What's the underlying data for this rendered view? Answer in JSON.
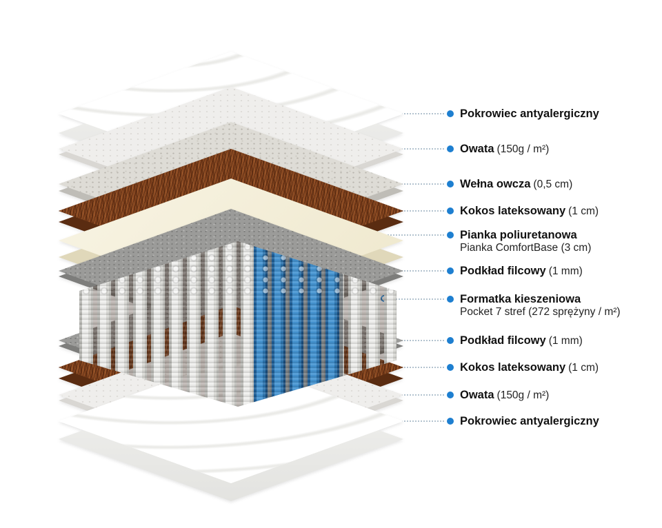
{
  "title": "Mattress layers exploded diagram",
  "colors": {
    "accent_blue": "#1e7fd0",
    "leader_dotted": "#b3c3cf",
    "coconut_brown": "#7c3e1b",
    "foam_cream": "#f5f0dc",
    "felt_gray": "#9b9b99",
    "wool_gray": "#dedcd6",
    "spring_blue": "#2c74ae",
    "cover_white": "#fcfcfb"
  },
  "layers": [
    {
      "name": "top-cover",
      "color": "#fcfcfb"
    },
    {
      "name": "wadding-top",
      "color": "#efeeec"
    },
    {
      "name": "sheep-wool",
      "color": "#dedcd6"
    },
    {
      "name": "coconut-top",
      "color": "#7c3e1b"
    },
    {
      "name": "polyurethane-foam",
      "color": "#f5f0dc"
    },
    {
      "name": "felt-top",
      "color": "#9b9b99"
    },
    {
      "name": "pocket-springs",
      "color": "#d8d8d4",
      "zone_color": "#2c74ae"
    },
    {
      "name": "felt-bottom",
      "color": "#9b9b99"
    },
    {
      "name": "coconut-bottom",
      "color": "#7c3e1b"
    },
    {
      "name": "wadding-bottom",
      "color": "#efeeec"
    },
    {
      "name": "bottom-cover",
      "color": "#fcfcfb"
    }
  ],
  "labels": [
    {
      "name": "Pokrowiec antyalergiczny",
      "detail": ""
    },
    {
      "name": "Owata",
      "detail": "(150g / m²)"
    },
    {
      "name": "Wełna owcza",
      "detail": "(0,5 cm)"
    },
    {
      "name": "Kokos lateksowany",
      "detail": "(1 cm)"
    },
    {
      "name": "Pianka poliuretanowa",
      "detail": "Pianka ComfortBase (3 cm)"
    },
    {
      "name": "Podkład filcowy",
      "detail": "(1 mm)"
    },
    {
      "name": "Formatka kieszeniowa",
      "detail": "Pocket 7 stref (272 sprężyny / m²)"
    },
    {
      "name": "Podkład filcowy",
      "detail": "(1 mm)"
    },
    {
      "name": "Kokos lateksowany",
      "detail": "(1 cm)"
    },
    {
      "name": "Owata",
      "detail": "(150g / m²)"
    },
    {
      "name": "Pokrowiec antyalergiczny",
      "detail": ""
    }
  ]
}
